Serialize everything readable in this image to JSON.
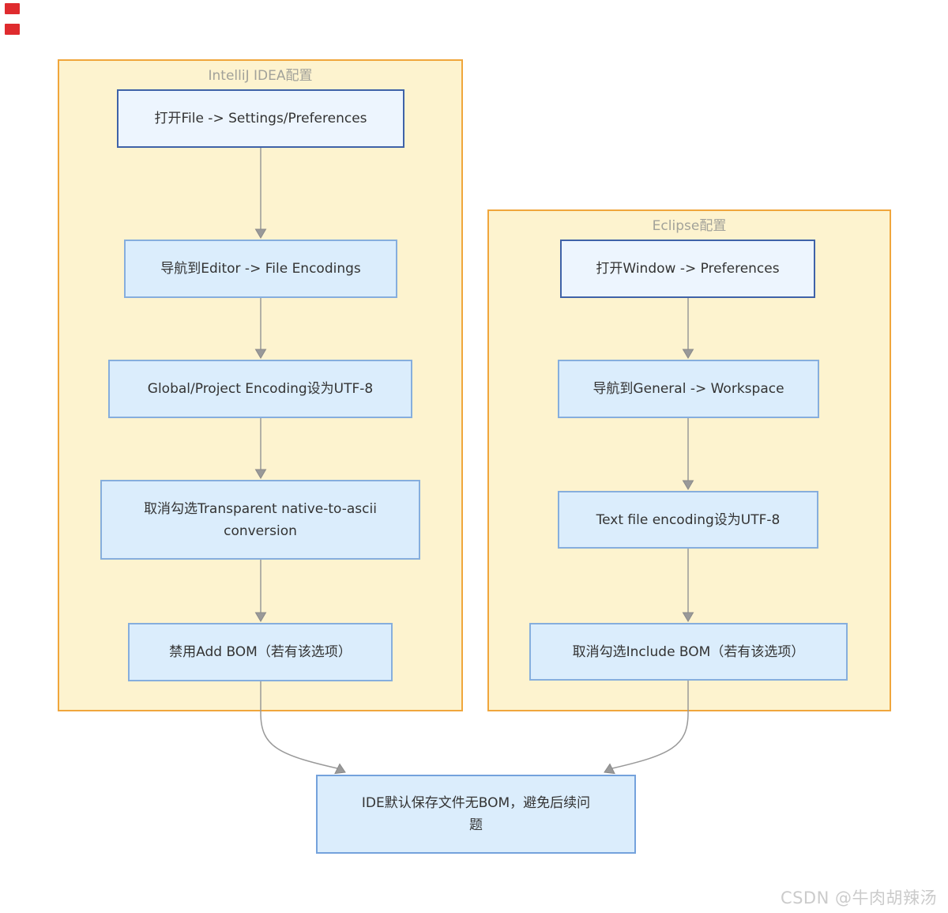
{
  "diagram": {
    "type": "flowchart",
    "groups": [
      {
        "title": "IntelliJ IDEA配置",
        "nodes": [
          {
            "lines": [
              "打开File -> Settings/Preferences"
            ]
          },
          {
            "lines": [
              "导航到Editor -> File Encodings"
            ]
          },
          {
            "lines": [
              "Global/Project Encoding设为UTF-8"
            ]
          },
          {
            "lines": [
              "取消勾选Transparent native-to-ascii",
              "conversion"
            ]
          },
          {
            "lines": [
              "禁用Add BOM（若有该选项）"
            ]
          }
        ]
      },
      {
        "title": "Eclipse配置",
        "nodes": [
          {
            "lines": [
              "打开Window -> Preferences"
            ]
          },
          {
            "lines": [
              "导航到General -> Workspace"
            ]
          },
          {
            "lines": [
              "Text file encoding设为UTF-8"
            ]
          },
          {
            "lines": [
              "取消勾选Include BOM（若有该选项）"
            ]
          }
        ]
      }
    ],
    "merge_node": {
      "lines": [
        "IDE默认保存文件无BOM，避免后续问",
        "题"
      ]
    },
    "edges": [
      {
        "from": "打开File -> Settings/Preferences",
        "to": "导航到Editor -> File Encodings"
      },
      {
        "from": "导航到Editor -> File Encodings",
        "to": "Global/Project Encoding设为UTF-8"
      },
      {
        "from": "Global/Project Encoding设为UTF-8",
        "to": "取消勾选Transparent native-to-ascii conversion"
      },
      {
        "from": "取消勾选Transparent native-to-ascii conversion",
        "to": "禁用Add BOM（若有该选项）"
      },
      {
        "from": "禁用Add BOM（若有该选项）",
        "to": "IDE默认保存文件无BOM，避免后续问题"
      },
      {
        "from": "打开Window -> Preferences",
        "to": "导航到General -> Workspace"
      },
      {
        "from": "导航到General -> Workspace",
        "to": "Text file encoding设为UTF-8"
      },
      {
        "from": "Text file encoding设为UTF-8",
        "to": "取消勾选Include BOM（若有该选项）"
      },
      {
        "from": "取消勾选Include BOM（若有该选项）",
        "to": "IDE默认保存文件无BOM，避免后续问题"
      }
    ],
    "colors": {
      "group_fill": "#fdf3cf",
      "group_border": "#f0a63c",
      "group_title": "#a2a29a",
      "start_node_fill": "#edf5fe",
      "start_node_border": "#3f62a8",
      "node_fill": "#dbedfc",
      "node_border": "#86aedd",
      "end_node_border": "#74a2dc",
      "node_text": "#333333",
      "edge": "#999999",
      "red_marker": "#df2b2e"
    }
  },
  "watermark": {
    "text": "CSDN @牛肉胡辣汤",
    "color": "#cbcbcb"
  }
}
